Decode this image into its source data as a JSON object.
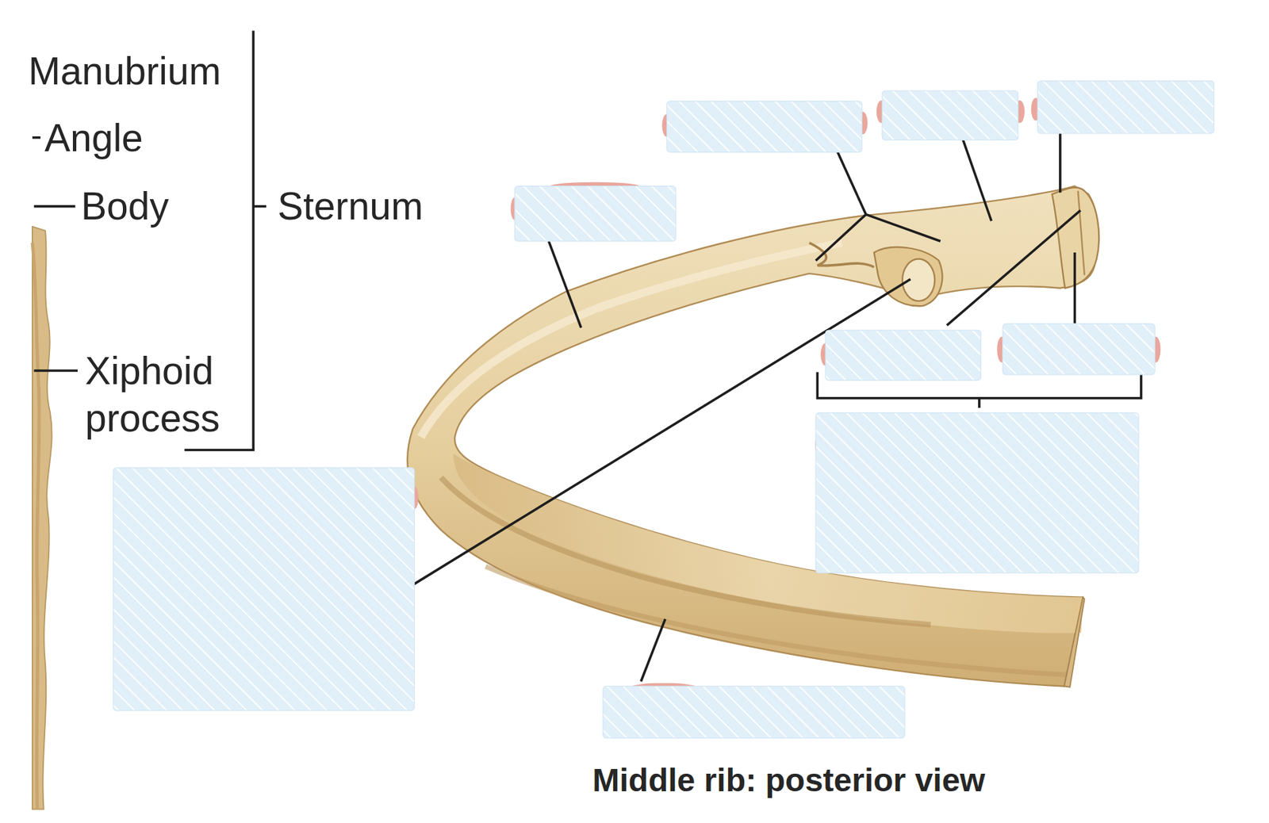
{
  "diagram": {
    "caption": "Middle rib: posterior view",
    "labels": [
      "Manubrium",
      "Angle",
      "Body",
      "Sternum",
      "Xiphoid process"
    ]
  }
}
